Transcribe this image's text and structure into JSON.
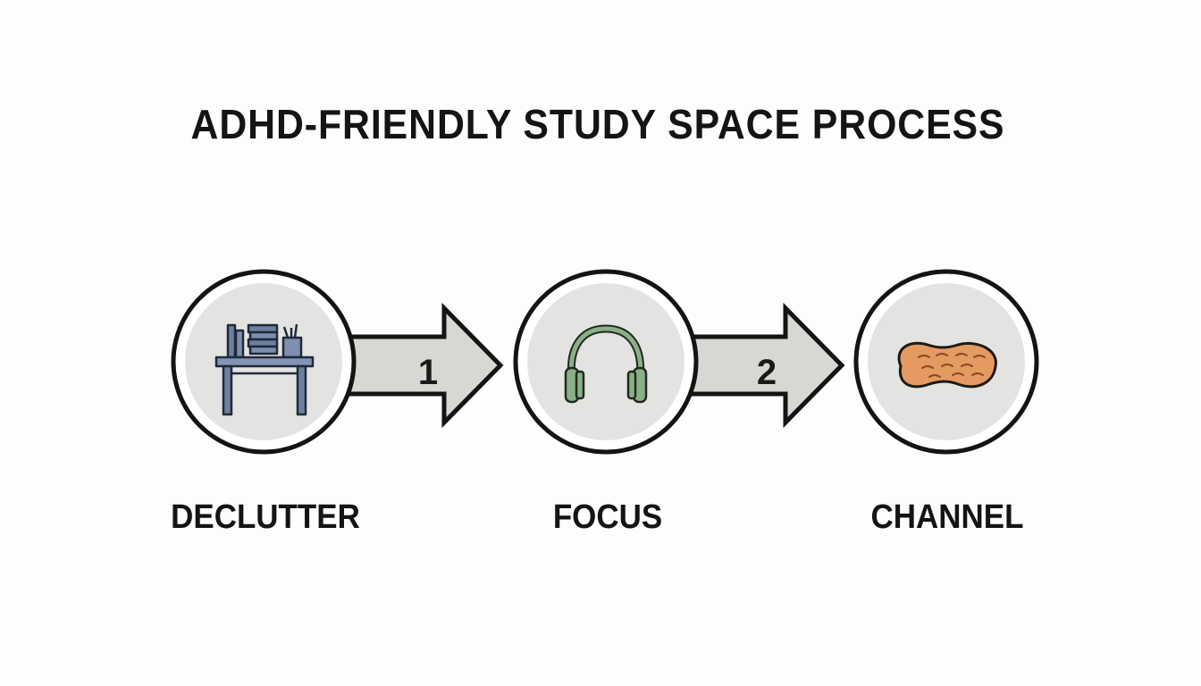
{
  "title": "ADHD-FRIENDLY STUDY SPACE PROCESS",
  "steps": [
    {
      "label": "DECLUTTER",
      "icon": "desk-icon"
    },
    {
      "label": "FOCUS",
      "icon": "headphones-icon"
    },
    {
      "label": "CHANNEL",
      "icon": "fidget-putty-icon"
    }
  ],
  "arrows": [
    {
      "number": "1"
    },
    {
      "number": "2"
    }
  ],
  "colors": {
    "circle_fill": "#e3e4e2",
    "outline": "#141414",
    "arrow_fill": "#d6d8d3",
    "desk": "#6e7fa0",
    "headphones": "#8caf8a",
    "putty": "#e59a62"
  }
}
